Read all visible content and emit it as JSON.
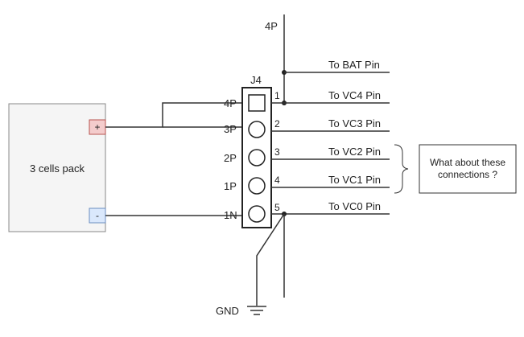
{
  "battery": {
    "label": "3 cells pack",
    "plus": "+",
    "minus": "-",
    "plus_color": "#f4cccc",
    "minus_color": "#dae8fc",
    "fill_color": "#f5f5f5"
  },
  "connector": {
    "ref": "J4",
    "pin_numbers": [
      "1",
      "2",
      "3",
      "4",
      "5"
    ],
    "pack_taps": [
      "4P",
      "3P",
      "2P",
      "1P",
      "1N"
    ]
  },
  "nets": {
    "top": "4P",
    "gnd": "GND"
  },
  "targets": [
    "To BAT Pin",
    "To VC4 Pin",
    "To VC3 Pin",
    "To VC2 Pin",
    "To VC1 Pin",
    "To VC0 Pin"
  ],
  "annotation": {
    "line1": "What about these",
    "line2": "connections ?"
  }
}
